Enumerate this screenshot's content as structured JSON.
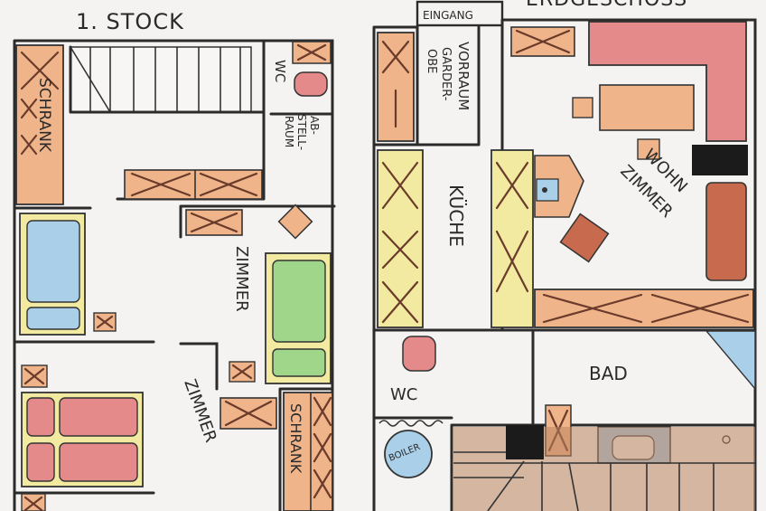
{
  "left_plan": {
    "title": "1. STOCK",
    "labels": {
      "schrank_top": "SCHRANK",
      "wc": "WC",
      "abstellraum_1": "AB-",
      "abstellraum_2": "STELL-",
      "abstellraum_3": "RAUM",
      "zimmer_right": "ZIMMER",
      "zimmer_lower": "ZIMMER",
      "schrank_bottom": "SCHRANK"
    }
  },
  "right_plan": {
    "title": "ERDGESCHOSS",
    "labels": {
      "eingang": "EINGANG",
      "vorraum": "VORRAUM",
      "garderobe_1": "GARDER-",
      "garderobe_2": "OBE",
      "kueche": "KÜCHE",
      "wohnzimmer_1": "WOHN",
      "wohnzimmer_2": "ZIMMER",
      "wc": "WC",
      "bad": "BAD",
      "boiler": "BOILER"
    }
  },
  "colors": {
    "paper": "#f4f3f1",
    "orange": "#f0b48a",
    "red": "#e58a8a",
    "yellow": "#f2eaa0",
    "green": "#9fd68a",
    "blue": "#a9cfe9",
    "brown": "#c86a4e",
    "dark": "#1b1b1b",
    "wood": "#b9835f"
  }
}
